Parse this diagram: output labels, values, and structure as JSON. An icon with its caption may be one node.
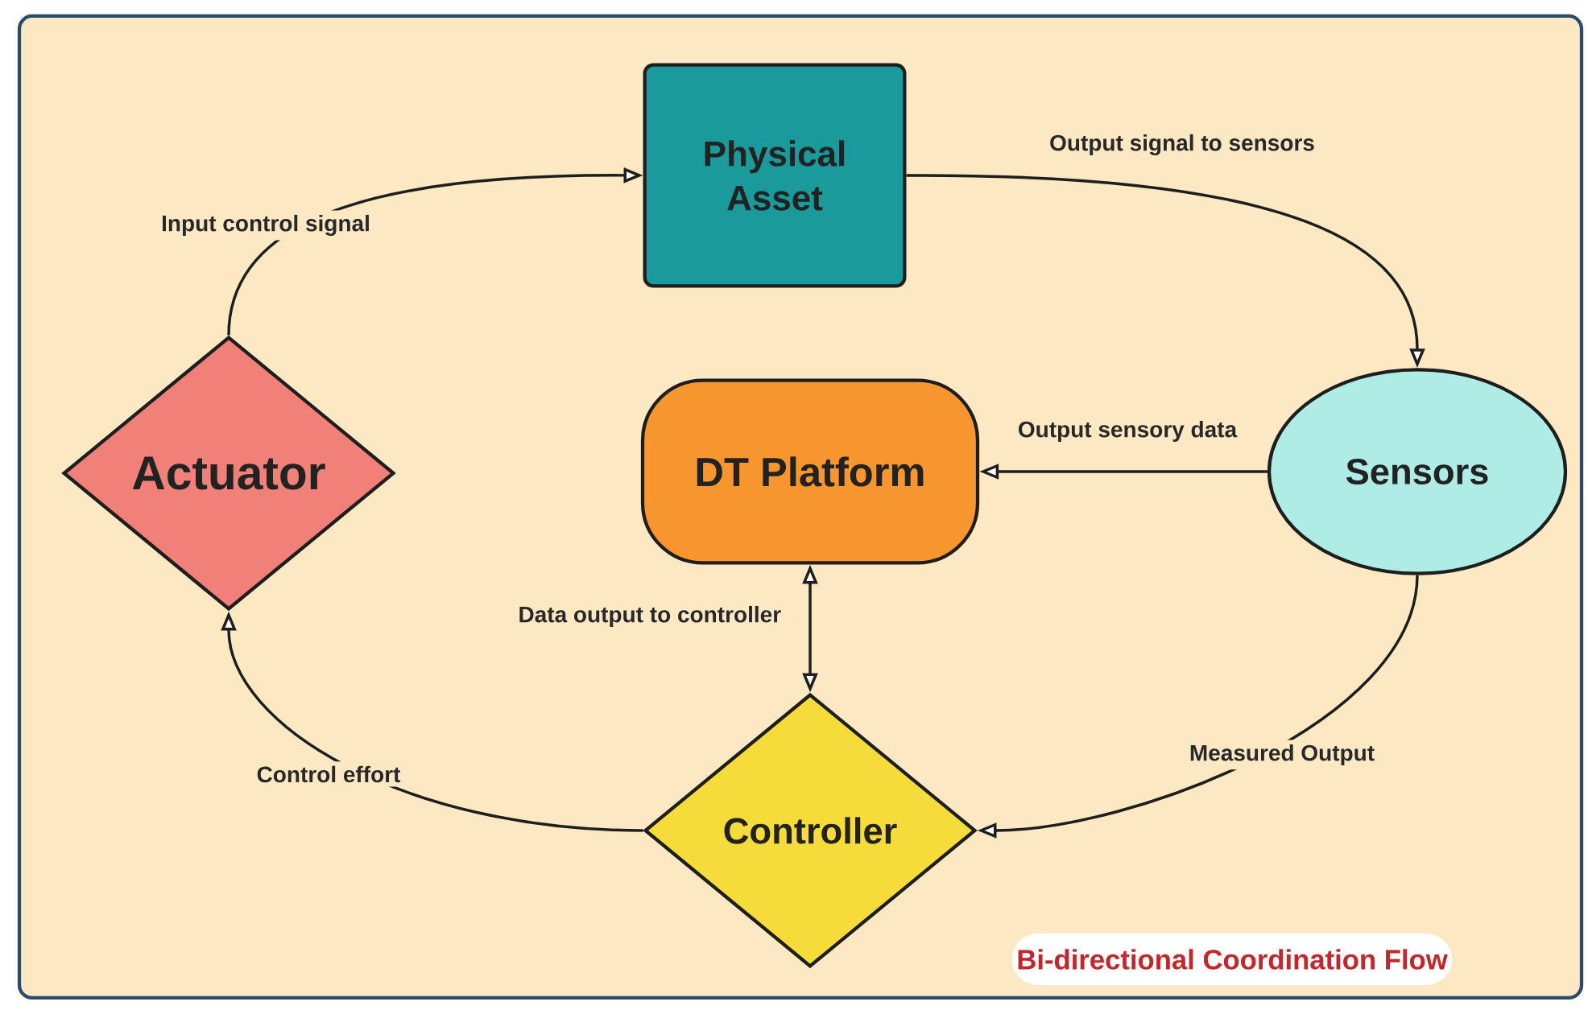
{
  "diagram": {
    "nodes": [
      {
        "text": [
          "Physical Asset"
        ]
      },
      {
        "text": [
          "Actuator"
        ]
      },
      {
        "text": [
          "DT Platform"
        ]
      },
      {
        "text": [
          "Sensors"
        ]
      },
      {
        "text": [
          "Controller"
        ]
      },
      {
        "text": [
          "Bi-directional Coordination Flow"
        ]
      }
    ],
    "edges": [
      {
        "from": 1,
        "to": 0,
        "arrow": "to",
        "label": "Input control signal"
      },
      {
        "from": 0,
        "to": 3,
        "arrow": "to",
        "label": "Output signal to sensors"
      },
      {
        "from": 3,
        "to": 2,
        "arrow": "to",
        "label": "Output sensory data"
      },
      {
        "from": 2,
        "to": 4,
        "arrow": "both",
        "label": "Data output to controller"
      },
      {
        "from": 3,
        "to": 4,
        "arrow": "to",
        "label": "Measured Output"
      },
      {
        "from": 4,
        "to": 1,
        "arrow": "to",
        "label": "Control effort"
      }
    ]
  }
}
